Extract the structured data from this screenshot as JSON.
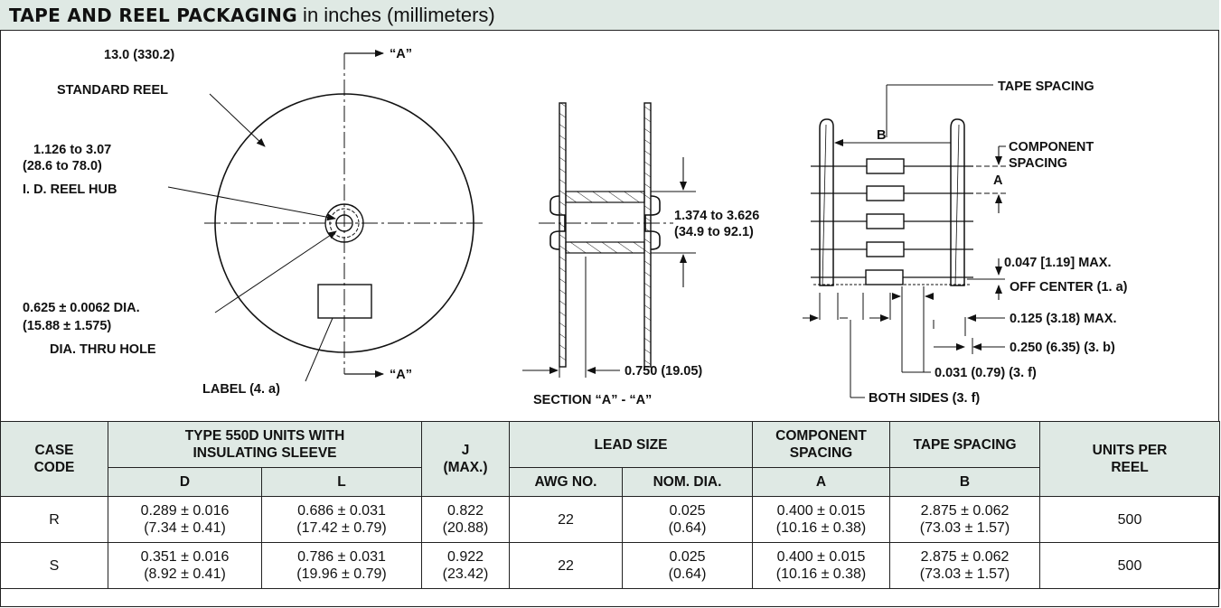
{
  "title": {
    "bold": "TAPE AND REEL PACKAGING",
    "light": " in inches (millimeters)"
  },
  "reel_view": {
    "reel_dia": "13.0 (330.2)",
    "standard_reel": "STANDARD REEL",
    "hub_range": "1.126 to 3.07",
    "hub_range_mm": "(28.6 to 78.0)",
    "hub_label": "I. D. REEL HUB",
    "hole_dia": "0.625 ± 0.0062 DIA.",
    "hole_dia_mm": "(15.88 ± 1.575)",
    "hole_label": "DIA. THRU HOLE",
    "label": "LABEL (4. a)",
    "section_mark_top": "“A”",
    "section_mark_bottom": "“A”"
  },
  "section_view": {
    "gap_range": "1.374 to 3.626",
    "gap_range_mm": "(34.9 to 92.1)",
    "width": "0.750 (19.05)",
    "caption": "SECTION “A” - “A”"
  },
  "tape_view": {
    "tape_spacing": "TAPE SPACING",
    "b_label": "B",
    "component": "COMPONENT",
    "spacing": "SPACING",
    "a_label": "A",
    "off_center_val": "0.047 [1.19] MAX.",
    "off_center": "OFF CENTER (1. a)",
    "max_125": "0.125 (3.18) MAX.",
    "val_250": "0.250 (6.35) (3. b)",
    "val_031": "0.031 (0.79) (3. f)",
    "both_sides": "BOTH SIDES (3. f)"
  },
  "table": {
    "headers": {
      "case_code": "CASE CODE",
      "type_units": "TYPE 550D UNITS WITH INSULATING SLEEVE",
      "j_max_1": "J",
      "j_max_2": "(MAX.)",
      "lead_size": "LEAD SIZE",
      "component_spacing": "COMPONENT SPACING",
      "tape_spacing": "TAPE SPACING",
      "units_per_reel": "UNITS PER REEL",
      "d": "D",
      "l": "L",
      "awg_no": "AWG NO.",
      "nom_dia": "NOM. DIA.",
      "a": "A",
      "b": "B"
    },
    "rows": [
      {
        "case": "R",
        "d1": "0.289 ± 0.016",
        "d2": "(7.34 ± 0.41)",
        "l1": "0.686 ± 0.031",
        "l2": "(17.42 ± 0.79)",
        "j1": "0.822",
        "j2": "(20.88)",
        "awg": "22",
        "nom1": "0.025",
        "nom2": "(0.64)",
        "a1": "0.400 ± 0.015",
        "a2": "(10.16 ± 0.38)",
        "b1": "2.875 ± 0.062",
        "b2": "(73.03 ± 1.57)",
        "units": "500"
      },
      {
        "case": "S",
        "d1": "0.351 ± 0.016",
        "d2": "(8.92 ± 0.41)",
        "l1": "0.786 ± 0.031",
        "l2": "(19.96 ± 0.79)",
        "j1": "0.922",
        "j2": "(23.42)",
        "awg": "22",
        "nom1": "0.025",
        "nom2": "(0.64)",
        "a1": "0.400 ± 0.015",
        "a2": "(10.16 ± 0.38)",
        "b1": "2.875 ± 0.062",
        "b2": "(73.03 ± 1.57)",
        "units": "500"
      }
    ]
  },
  "colors": {
    "header_bg": "#dfe9e4",
    "line": "#222222"
  }
}
